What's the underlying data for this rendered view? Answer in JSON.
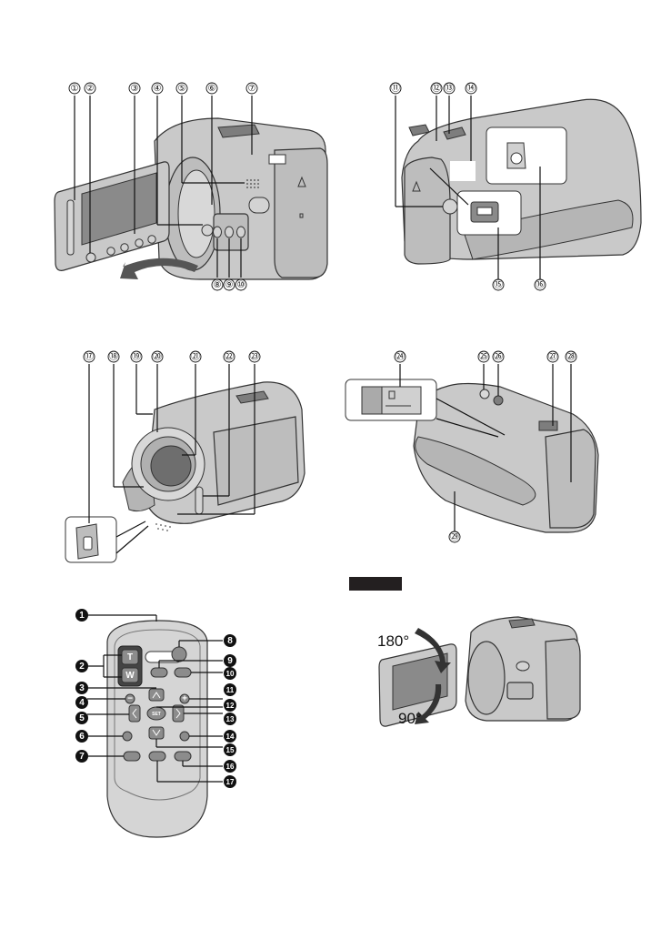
{
  "document": {
    "type": "camcorder-parts-diagram",
    "section_label_box": ""
  },
  "figures": {
    "front_left_view": {
      "callouts": [
        "①",
        "②",
        "③",
        "④",
        "⑤",
        "⑥",
        "⑦",
        "⑧",
        "⑨",
        "⑩"
      ]
    },
    "rear_view": {
      "callouts": [
        "⑪",
        "⑫",
        "⑬",
        "⑭",
        "⑮",
        "⑯"
      ]
    },
    "front_right_view": {
      "callouts": [
        "⑰",
        "⑱",
        "⑲",
        "⑳",
        "㉑",
        "㉒",
        "㉓"
      ]
    },
    "bottom_view": {
      "callouts": [
        "㉔",
        "㉕",
        "㉖",
        "㉗",
        "㉘",
        "㉙"
      ]
    },
    "remote_control": {
      "callouts": [
        "1",
        "2",
        "3",
        "4",
        "5",
        "6",
        "7",
        "8",
        "9",
        "10",
        "11",
        "12",
        "13",
        "14",
        "15",
        "16",
        "17"
      ],
      "button_labels": {
        "zoom_tele": "T",
        "zoom_wide": "W",
        "set": "SET",
        "minus": "−",
        "plus": "+"
      }
    },
    "lcd_rotation": {
      "angle_up": "180°",
      "angle_down": "90°"
    }
  },
  "colors": {
    "body_gray": "#c9c9c9",
    "dark_gray": "#7d7d7d",
    "outline": "#333333",
    "label_box": "#231f20"
  }
}
